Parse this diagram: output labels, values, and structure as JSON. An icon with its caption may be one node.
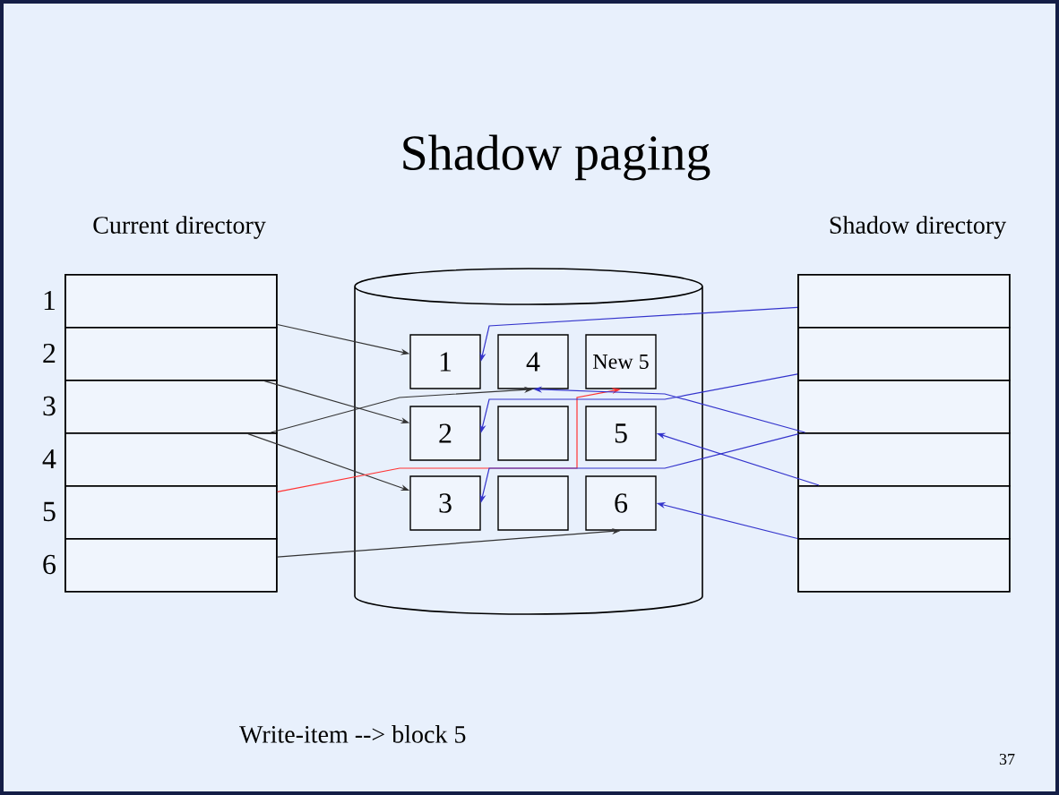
{
  "diagram": {
    "title": "Shadow paging",
    "nodes": [
      {
        "text": [
          "Current directory"
        ]
      },
      {
        "text": [],
        "shape": "box",
        "in": 0,
        "beside": [
          "1"
        ]
      },
      {
        "text": [],
        "shape": "box",
        "in": 0,
        "beside": [
          "2"
        ]
      },
      {
        "text": [],
        "shape": "box",
        "in": 0,
        "beside": [
          "3"
        ]
      },
      {
        "text": [],
        "shape": "box",
        "in": 0,
        "beside": [
          "4"
        ]
      },
      {
        "text": [],
        "shape": "box",
        "in": 0,
        "beside": [
          "5"
        ]
      },
      {
        "text": [],
        "shape": "box",
        "in": 0,
        "beside": [
          "6"
        ]
      },
      {
        "text": [],
        "shape": "cylinder"
      },
      {
        "text": [
          "1"
        ],
        "in": 7
      },
      {
        "text": [
          "4"
        ],
        "in": 7
      },
      {
        "text": [
          "New 5"
        ],
        "in": 7
      },
      {
        "text": [
          "2"
        ],
        "in": 7
      },
      {
        "text": [],
        "shape": "box",
        "in": 7
      },
      {
        "text": [
          "5"
        ],
        "in": 7
      },
      {
        "text": [
          "3"
        ],
        "in": 7
      },
      {
        "text": [],
        "shape": "box",
        "in": 7
      },
      {
        "text": [
          "6"
        ],
        "in": 7
      },
      {
        "text": [
          "Shadow directory"
        ]
      },
      {
        "text": [],
        "shape": "box",
        "in": 17
      },
      {
        "text": [],
        "shape": "box",
        "in": 17
      },
      {
        "text": [],
        "shape": "box",
        "in": 17
      },
      {
        "text": [],
        "shape": "box",
        "in": 17
      },
      {
        "text": [],
        "shape": "box",
        "in": 17
      },
      {
        "text": [],
        "shape": "box",
        "in": 17
      }
    ],
    "edges": [
      {
        "from": 1,
        "to": 8,
        "arrow": "to",
        "color": "#333333"
      },
      {
        "from": 2,
        "to": 11,
        "arrow": "to",
        "color": "#333333"
      },
      {
        "from": 3,
        "to": 14,
        "arrow": "to",
        "color": "#333333"
      },
      {
        "from": 4,
        "to": 9,
        "arrow": "to",
        "color": "#333333"
      },
      {
        "from": 5,
        "to": 10,
        "arrow": "to",
        "color": "#ff3333"
      },
      {
        "from": 6,
        "to": 16,
        "arrow": "to",
        "color": "#333333"
      },
      {
        "from": 18,
        "to": 8,
        "arrow": "to",
        "color": "#3333cc"
      },
      {
        "from": 19,
        "to": 11,
        "arrow": "to",
        "color": "#3333cc"
      },
      {
        "from": 20,
        "to": 14,
        "arrow": "to",
        "color": "#3333cc"
      },
      {
        "from": 21,
        "to": 9,
        "arrow": "to",
        "color": "#3333cc"
      },
      {
        "from": 22,
        "to": 13,
        "arrow": "to",
        "color": "#3333cc"
      },
      {
        "from": 23,
        "to": 16,
        "arrow": "to",
        "color": "#3333cc"
      }
    ],
    "labels": [
      "Write-item --> block 5",
      "37"
    ]
  }
}
